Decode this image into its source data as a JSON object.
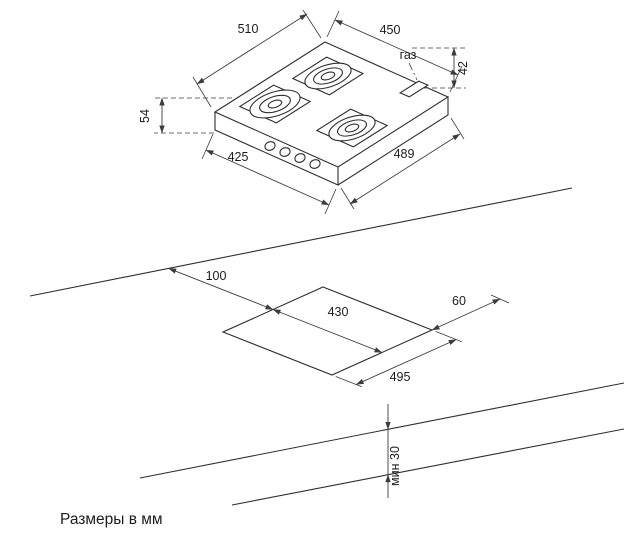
{
  "note": "Размеры в мм",
  "hob": {
    "dim_top_left": "510",
    "dim_top_right": "450",
    "dim_height_right": "42",
    "gas_label": "газ",
    "dim_height_left": "54",
    "dim_bottom_left": "425",
    "dim_bottom_right": "489"
  },
  "cutout": {
    "dim_offset_back": "100",
    "dim_depth": "430",
    "dim_side": "60",
    "dim_width": "495",
    "dim_front_min": "мин 30"
  }
}
